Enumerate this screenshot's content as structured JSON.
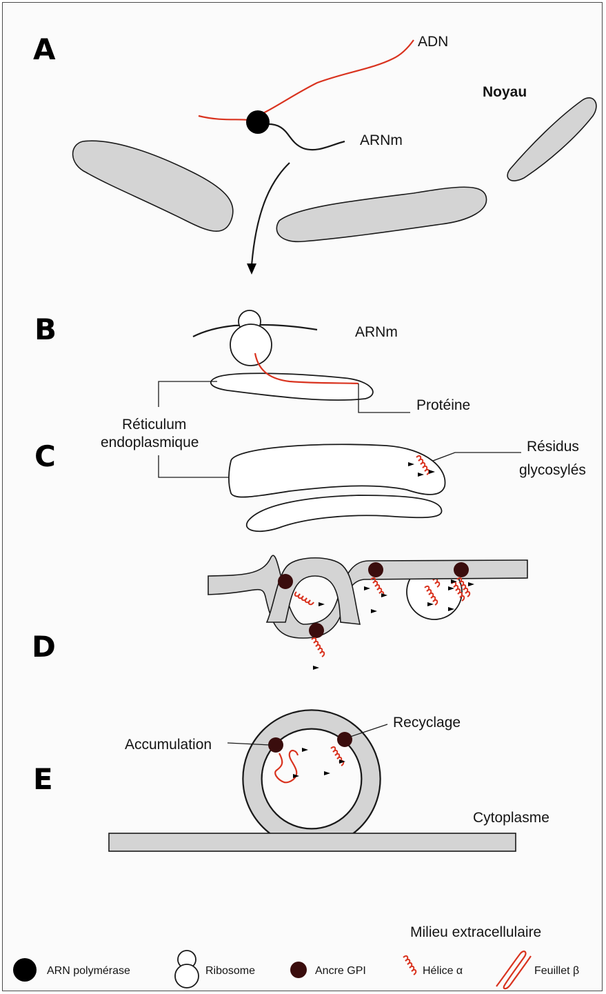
{
  "steps": [
    "A",
    "B",
    "C",
    "D",
    "E"
  ],
  "labels": {
    "adn": "ADN",
    "noyau": "Noyau",
    "arnm_a": "ARNm",
    "arnm_b": "ARNm",
    "proteine": "Protéine",
    "reticulum_1": "Réticulum",
    "reticulum_2": "endoplasmique",
    "residus_1": "Résidus",
    "residus_2": "glycosylés",
    "accumulation": "Accumulation",
    "recyclage": "Recyclage",
    "cytoplasme": "Cytoplasme",
    "milieu": "Milieu extracellulaire"
  },
  "legend": [
    {
      "icon": "arn-polymerase-icon",
      "label": "ARN polymérase"
    },
    {
      "icon": "ribosome-icon",
      "label": "Ribosome"
    },
    {
      "icon": "ancre-gpi-icon",
      "label": "Ancre GPI"
    },
    {
      "icon": "helice-alpha-icon",
      "label": "Hélice α"
    },
    {
      "icon": "feuillet-beta-icon",
      "label": "Feuillet β"
    }
  ],
  "colors": {
    "red": "#d9331f",
    "membrane": "#d4d4d4",
    "anchor": "#3a0d0d",
    "polymerase": "#000000"
  }
}
